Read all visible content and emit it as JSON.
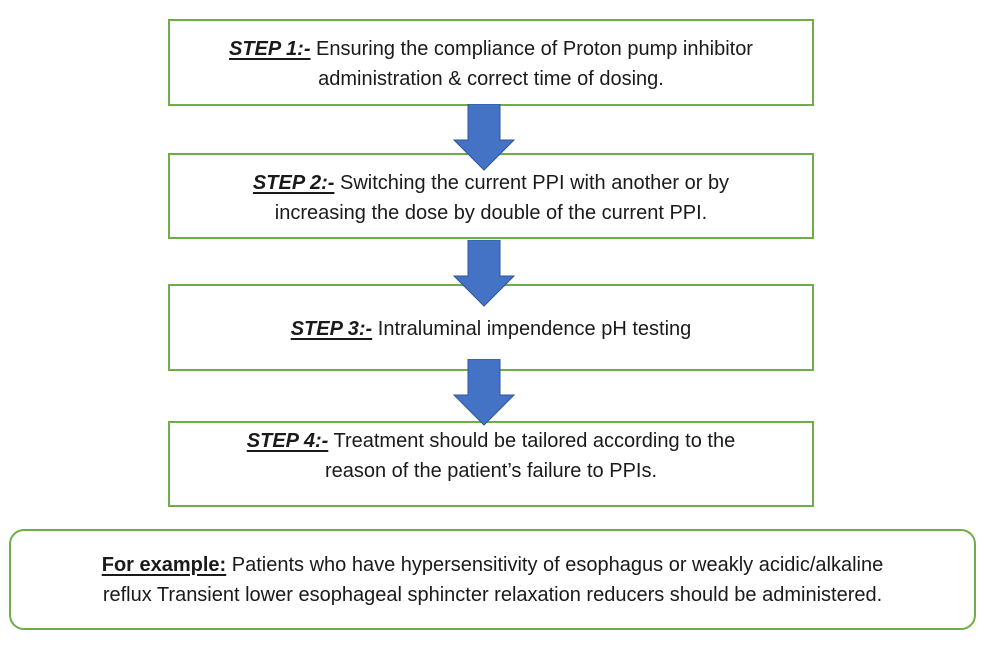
{
  "diagram": {
    "type": "vertical-flowchart",
    "colors": {
      "box_border": "#70ad47",
      "arrow_fill": "#4472c4",
      "arrow_stroke": "#2f5597",
      "text": "#1a1a1a",
      "background": "#ffffff"
    },
    "steps": [
      {
        "label": "STEP 1:-",
        "line1": " Ensuring the compliance of Proton pump inhibitor",
        "line2": "administration & correct time of dosing."
      },
      {
        "label": "STEP 2:-",
        "line1": " Switching the current PPI with another or by",
        "line2": "increasing the dose by double of the current PPI."
      },
      {
        "label": "STEP 3:-",
        "line1": " Intraluminal impendence pH testing",
        "line2": ""
      },
      {
        "label": "STEP 4:-",
        "line1": " Treatment should be tailored according to the",
        "line2": "reason of the patient’s failure to PPIs."
      }
    ],
    "arrows": [
      {
        "from": "step-1",
        "to": "step-2",
        "icon": "down-arrow-icon"
      },
      {
        "from": "step-2",
        "to": "step-3",
        "icon": "down-arrow-icon"
      },
      {
        "from": "step-3",
        "to": "step-4",
        "icon": "down-arrow-icon"
      }
    ],
    "example": {
      "label": "For example:",
      "line1": " Patients who have hypersensitivity of esophagus or weakly acidic/alkaline",
      "line2": "reflux Transient lower esophageal sphincter relaxation reducers should be administered."
    }
  }
}
